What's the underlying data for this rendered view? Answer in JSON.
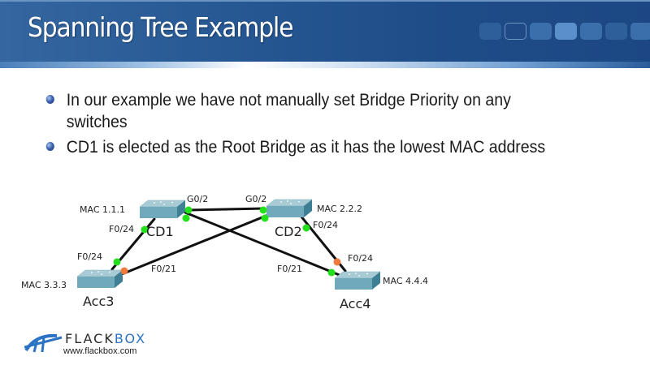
{
  "slide": {
    "title": "Spanning Tree Example",
    "bullets": [
      "In our example we have not manually set Bridge Priority on any switches",
      "CD1 is elected as the Root Bridge as it has the lowest MAC address"
    ]
  },
  "nav_tiles": {
    "count": 7,
    "outlined_index": 1,
    "highlighted_index": 3
  },
  "diagram": {
    "switches": [
      {
        "id": "cd1",
        "name": "CD1",
        "mac_label": "MAC 1.1.1"
      },
      {
        "id": "cd2",
        "name": "CD2",
        "mac_label": "MAC 2.2.2"
      },
      {
        "id": "acc3",
        "name": "Acc3",
        "mac_label": "MAC 3.3.3"
      },
      {
        "id": "acc4",
        "name": "Acc4",
        "mac_label": "MAC 4.4.4"
      }
    ],
    "links": [
      {
        "from": "cd1",
        "to": "cd2",
        "from_port": "G0/2",
        "to_port": "G0/2",
        "from_state": "forwarding",
        "to_state": "forwarding"
      },
      {
        "from": "cd1",
        "to": "acc3",
        "from_port": "F0/24",
        "to_port": "F0/24",
        "from_state": "forwarding",
        "to_state": "forwarding"
      },
      {
        "from": "cd2",
        "to": "acc4",
        "from_port": "F0/24",
        "to_port": "F0/24",
        "from_state": "forwarding",
        "to_state": "blocking"
      },
      {
        "from": "cd1",
        "to": "acc4",
        "from_port": "",
        "to_port": "F0/21",
        "from_state": "forwarding",
        "to_state": "forwarding"
      },
      {
        "from": "cd2",
        "to": "acc3",
        "from_port": "",
        "to_port": "F0/21",
        "from_state": "forwarding",
        "to_state": "blocking"
      }
    ],
    "port_labels": {
      "cd1_g02": "G0/2",
      "cd2_g02": "G0/2",
      "cd1_f024": "F0/24",
      "cd2_f024": "F0/24",
      "acc3_f024": "F0/24",
      "acc3_f021": "F0/21",
      "acc4_f024": "F0/24",
      "acc4_f021": "F0/21"
    },
    "colors": {
      "forwarding": "#22e01a",
      "blocking": "#f07a3c",
      "link": "#111111",
      "switch_top": "#a9cbd6",
      "switch_side": "#5f9db0"
    }
  },
  "logo": {
    "brand_prefix": "FLACK",
    "brand_suffix": "BOX",
    "url": "www.flackbox.com"
  }
}
